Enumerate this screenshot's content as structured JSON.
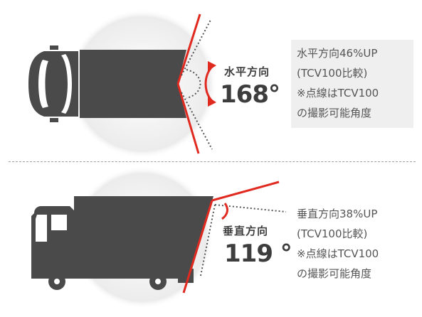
{
  "horizontal": {
    "direction_label": "水平方向",
    "angle_value": "168°",
    "info_lines": [
      "水平方向46%UP",
      "(TCV100比較)",
      "※点線はTCV100",
      "の撮影可能角度"
    ]
  },
  "vertical": {
    "direction_label": "垂直方向",
    "angle_value": "119 °",
    "info_lines": [
      "垂直方向38%UP",
      "(TCV100比較)",
      "※点線はTCV100",
      "の撮影可能角度"
    ]
  },
  "colors": {
    "truck": "#4a4a4a",
    "view_line": "#e02a20",
    "dotted_line": "#555555",
    "glow": "#ebebeb",
    "info_box_bg": "#efefef"
  }
}
